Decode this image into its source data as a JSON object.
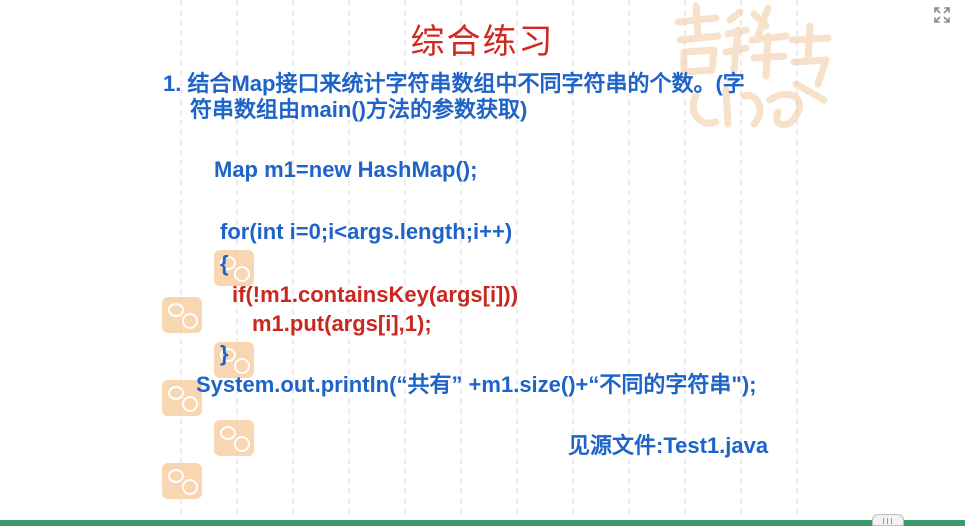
{
  "slide": {
    "title": "综合练习",
    "question_line1": "1. 结合Map接口来统计字符串数组中不同字符串的个数。(字",
    "question_line2": "符串数组由main()方法的参数获取)",
    "code": {
      "line1": "Map m1=new HashMap();",
      "line2": "for(int i=0;i<args.length;i++)",
      "line3": "{",
      "line4": "if(!m1.containsKey(args[i]))",
      "line5": "m1.put(args[i],1);",
      "line6": "}",
      "line7": "System.out.println(“共有” +m1.size()+“不同的字符串\");"
    },
    "source_label": "见源文件",
    "source_file": ":Test1.java"
  },
  "colors": {
    "title": "#d0281b",
    "code_blue": "#1e64c8",
    "code_red": "#c8281e",
    "bottom_bar": "#3f9a6a",
    "stamp": "#f6cfa4"
  },
  "icons": {
    "expand": "expand-icon",
    "stamp": "auspicious-seal-icon"
  }
}
